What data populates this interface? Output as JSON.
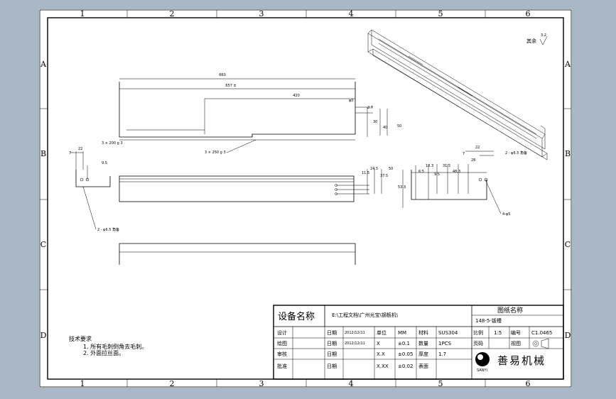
{
  "border": {
    "columns_top": [
      "1",
      "2",
      "3",
      "4",
      "5",
      "6"
    ],
    "columns_bottom": [
      "1",
      "2",
      "3",
      "4",
      "5",
      "6"
    ],
    "rows_left": [
      "A",
      "B",
      "C",
      "D"
    ],
    "rows_right": [
      "A",
      "B",
      "C",
      "D"
    ]
  },
  "roughness": {
    "label": "其余",
    "value": "3.2"
  },
  "dimensions": {
    "top_660": "660",
    "top_657": "657 ±",
    "top_420": "420",
    "top_phi": "φ0",
    "top_27": "2.7",
    "top_30": "30",
    "top_40": "40",
    "top_50": "50",
    "slot_left": "3 × 200 g 3",
    "slot_mid": "3 × 250 g 3",
    "left_22": "22",
    "left_7": "7",
    "left_95": "9.5",
    "mid_115": "11.5",
    "mid_245": "24.5",
    "mid_375": "37.5",
    "mid_50": "50",
    "right_7": "7",
    "right_22": "22",
    "right_28": "28",
    "right_holes": "2 - φ6.5 角备",
    "right_v1": "6.5",
    "right_v2": "18.3",
    "right_v3": "9.5",
    "right_v4": "31.5",
    "right_v5": "48.3",
    "right_v6": "53.3",
    "right_4holes": "4-φ5",
    "left_holes": "2 - φ6.5 角备"
  },
  "notes": {
    "heading": "技术要求",
    "line1": "1. 所有毛刺倒角去毛刺。",
    "line2": "2. 外面拉丝面。"
  },
  "title_block": {
    "device_label": "设备名称",
    "file_path": "E:\\工程文档\\广州光宝\\钢板机\\",
    "drawing_name_label": "图纸名称",
    "drawing_name": "148-5-钣槽",
    "rows": [
      {
        "role": "设计",
        "date_label": "日期",
        "date": "2012/12/11",
        "unit_label": "单位",
        "unit": "MM",
        "mat_label": "材料",
        "mat": "SUS304"
      },
      {
        "role": "绘图",
        "date_label": "日期",
        "date": "2012/12/11",
        "unit_label": "X",
        "unit": "±0.1",
        "mat_label": "数量",
        "mat": "1PCS"
      },
      {
        "role": "审核",
        "date_label": "日期",
        "date": "",
        "unit_label": "X.X",
        "unit": "±0.05",
        "mat_label": "厚度",
        "mat": "1.7"
      },
      {
        "role": "批准",
        "date_label": "日期",
        "date": "",
        "unit_label": "X.XX",
        "unit": "±0.02",
        "mat_label": "表面",
        "mat": ""
      }
    ],
    "scale_label": "比例",
    "scale": "1:5",
    "code_label": "编号",
    "code": "C1.0465",
    "page_label": "页码",
    "view_label": "视图",
    "company": "善易机械",
    "company_sub": "SANYI"
  }
}
